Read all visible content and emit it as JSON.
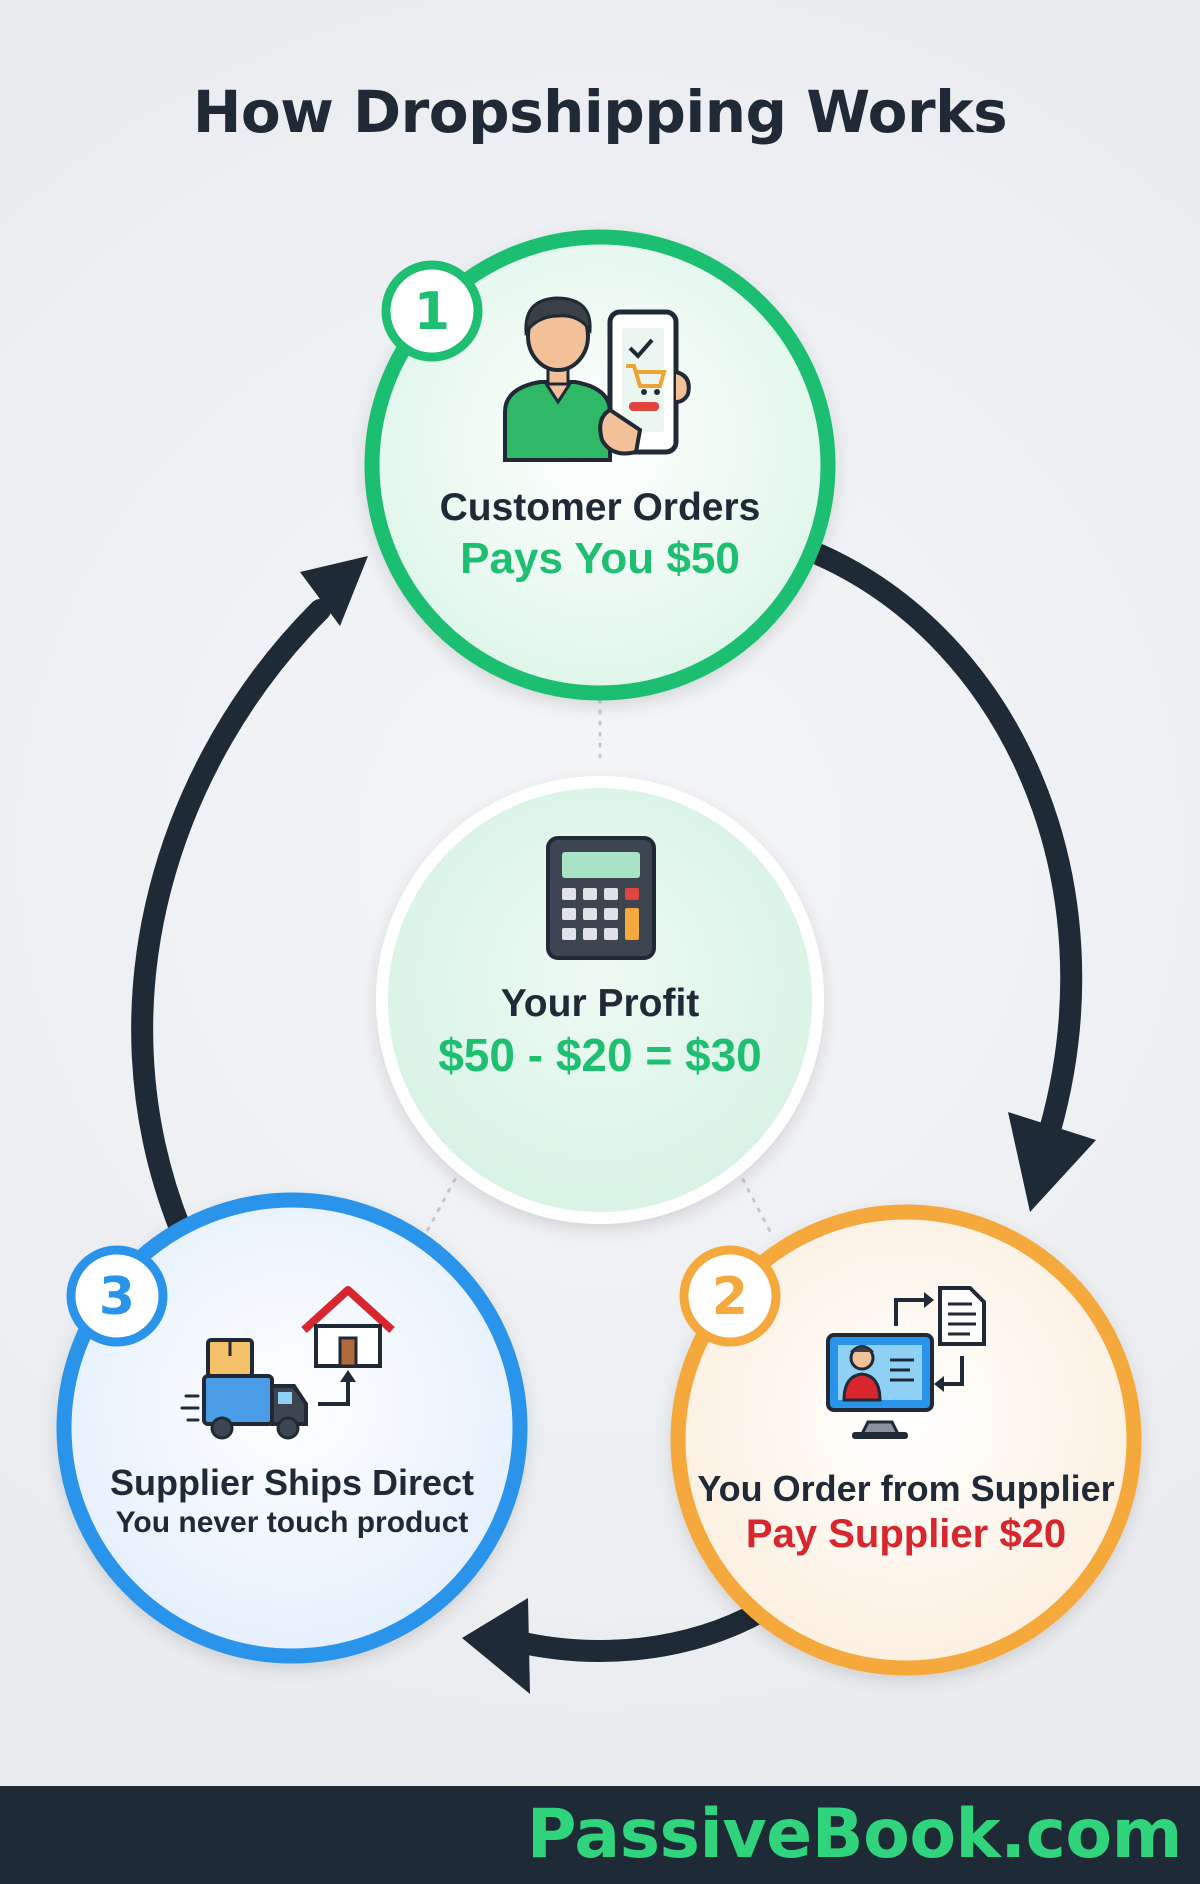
{
  "title": "How Dropshipping Works",
  "colors": {
    "green": "#1fbf72",
    "orange": "#f5a93d",
    "blue": "#2a94ea",
    "dark": "#1f2a36",
    "red": "#d8262f",
    "footer_bg": "#1e2a35",
    "brand": "#2fd47c"
  },
  "steps": [
    {
      "number": "1",
      "heading": "Customer Orders",
      "subtext": "Pays You $50",
      "icon": "customer-phone-cart-icon",
      "accent": "green"
    },
    {
      "number": "2",
      "heading": "You Order from Supplier",
      "subtext": "Pay Supplier $20",
      "icon": "computer-order-icon",
      "accent": "orange"
    },
    {
      "number": "3",
      "heading": "Supplier Ships Direct",
      "subtext": "You never touch product",
      "icon": "delivery-truck-house-icon",
      "accent": "blue"
    }
  ],
  "profit": {
    "heading": "Your Profit",
    "formula": "$50 - $20 = $30",
    "icon": "calculator-icon"
  },
  "footer": {
    "brand": "PassiveBook.com"
  }
}
